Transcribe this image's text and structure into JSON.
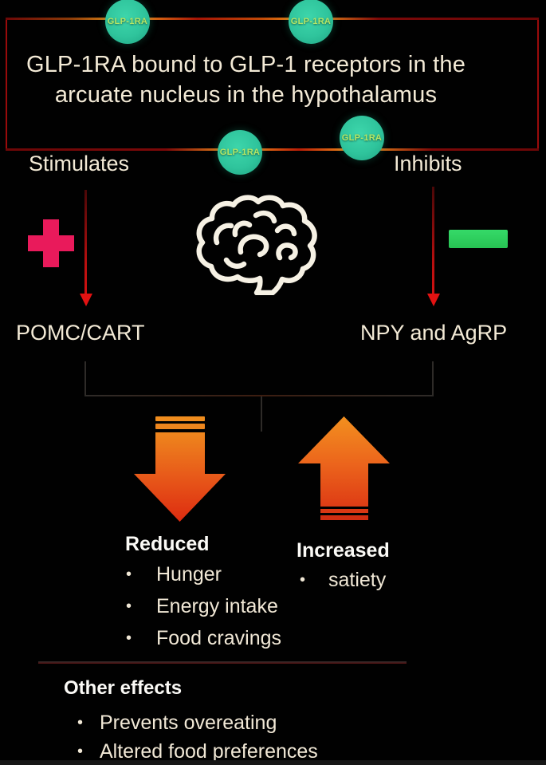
{
  "title_box": {
    "line1": "GLP-1RA bound to GLP-1 receptors in the",
    "line2": "arcuate nucleus in the hypothalamus",
    "receptor_label": "GLP-1RA"
  },
  "pathways": {
    "left": {
      "action": "Stimulates",
      "target": "POMC/CART"
    },
    "right": {
      "action": "Inhibits",
      "target": "NPY and AgRP"
    }
  },
  "outcomes": {
    "reduced": {
      "heading": "Reduced",
      "items": [
        "Hunger",
        "Energy intake",
        "Food cravings"
      ]
    },
    "increased": {
      "heading": "Increased",
      "items": [
        "satiety"
      ]
    }
  },
  "other_effects": {
    "heading": "Other effects",
    "items": [
      "Prevents overeating",
      "Altered food preferences"
    ]
  },
  "bullet_char": "•",
  "colors": {
    "background": "#010101",
    "box_border_red": "#990b0b",
    "border_glow_orange": "#f79a1c",
    "receptor_teal": "#2fc49c",
    "receptor_label_green": "#b6e765",
    "stimulate_pink": "#e91a5b",
    "inhibit_green": "#2ecc5e",
    "arrow_red": "#d01111",
    "arrow_orange": "#ee861d",
    "text_cream": "#f1e8d6"
  }
}
